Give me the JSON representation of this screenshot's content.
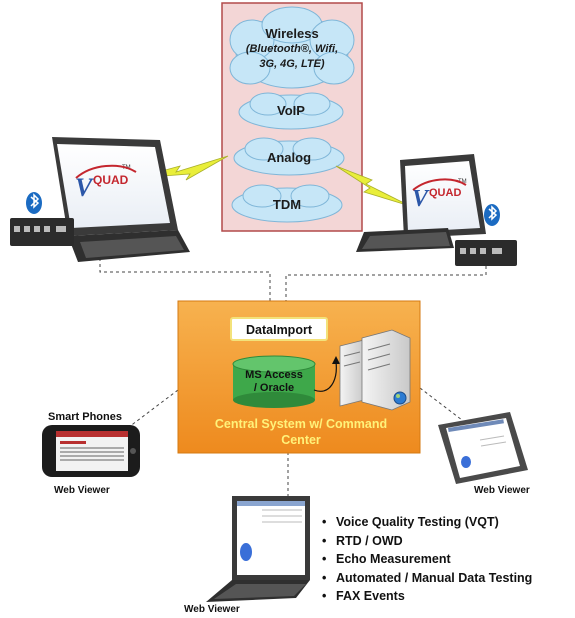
{
  "clouds": {
    "wireless_title": "Wireless",
    "wireless_detail_1": "(Bluetooth®, Wifi,",
    "wireless_detail_2": "3G, 4G, LTE)",
    "voip": "VoIP",
    "analog": "Analog",
    "tdm": "TDM"
  },
  "logo": {
    "text_v": "V",
    "text_quad": "QUAD",
    "tm": "TM"
  },
  "central": {
    "dataimport": "DataImport",
    "db_line1": "MS Access",
    "db_line2": "/ Oracle",
    "title_line1": "Central System w/ Command",
    "title_line2": "Center"
  },
  "labels": {
    "smart_phones": "Smart Phones",
    "web_viewer_left": "Web Viewer",
    "web_viewer_right": "Web Viewer",
    "web_viewer_bottom": "Web Viewer"
  },
  "features": [
    "Voice Quality Testing (VQT)",
    "RTD / OWD",
    "Echo Measurement",
    "Automated / Manual Data Testing",
    "FAX Events"
  ],
  "colors": {
    "pink_panel": "#f3d6d6",
    "cloud_fill": "#c6e6f7",
    "orange_box": "#f39a2c",
    "db_green": "#3ea84a",
    "title_yellow": "#fff27a",
    "laptop_dark": "#3a3a3a",
    "bluetooth_blue": "#1b6bc2"
  }
}
